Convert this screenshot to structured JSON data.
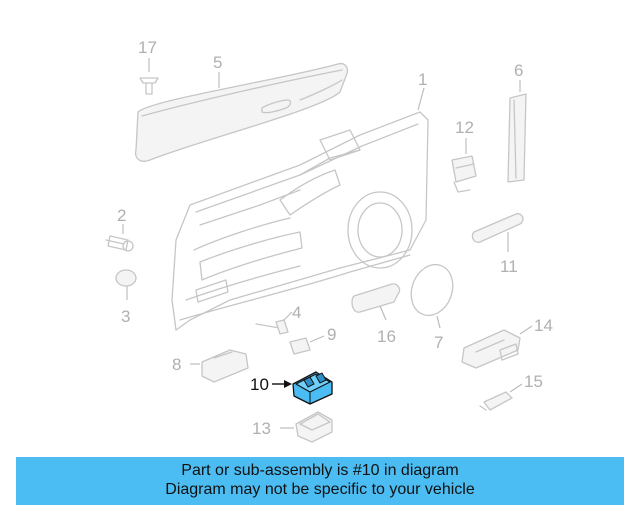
{
  "callouts": {
    "c1": "1",
    "c2": "2",
    "c3": "3",
    "c4": "4",
    "c5": "5",
    "c6": "6",
    "c7": "7",
    "c8": "8",
    "c9": "9",
    "c10": "10",
    "c11": "11",
    "c12": "12",
    "c13": "13",
    "c14": "14",
    "c15": "15",
    "c16": "16",
    "c17": "17"
  },
  "highlight": {
    "part_number": "10",
    "color": "#4bbdf3"
  },
  "banner": {
    "line1": "Part or sub-assembly is #10 in diagram",
    "line2": "Diagram may not be specific to your vehicle",
    "background": "#4bbdf3"
  }
}
